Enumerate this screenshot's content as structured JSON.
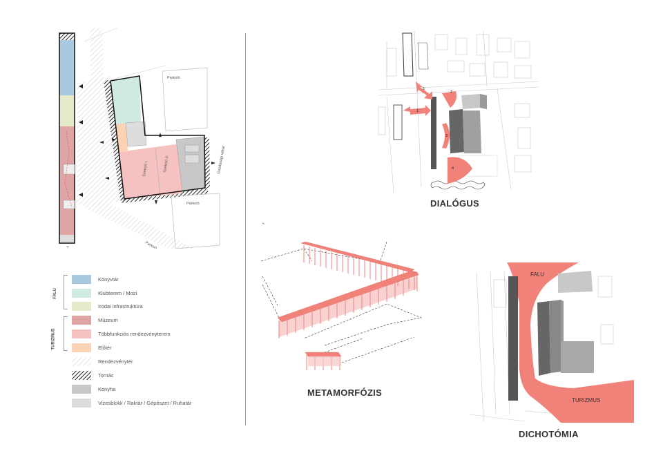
{
  "colors": {
    "konyvtar": "#a9c9df",
    "klubterem": "#cfe9e3",
    "irodai": "#e4e9c9",
    "muzeum": "#dfa5a5",
    "tobbfunkcios": "#f6c1c1",
    "eloter": "#fbd2b3",
    "konyha": "#c8c8c8",
    "vizesblokk": "#dddddd",
    "accent_red": "#f0827a",
    "dark_gray": "#555555"
  },
  "plan": {
    "labels": {
      "parkolo_top": "Parkoló",
      "parkolo_bottom": "Parkoló",
      "parkolo_busz": "Parkoló - Busz",
      "gazdasagi_udvar": "Gazdasági udvar",
      "szekcio_1": "Szekció I.",
      "szekcio_2": "Szekció II."
    }
  },
  "legend": {
    "groups": {
      "falu": "FALU",
      "turizmus": "TURIZMUS"
    },
    "items": [
      {
        "label": "Könyvtár",
        "swatch": "konyvtar"
      },
      {
        "label": "Klubterem / Mozi",
        "swatch": "klubterem"
      },
      {
        "label": "Irodai infrastruktúra",
        "swatch": "irodai"
      },
      {
        "label": "Múzeum",
        "swatch": "muzeum"
      },
      {
        "label": "Többfunkciós rendezvényterem",
        "swatch": "tobbfunkcios"
      },
      {
        "label": "Előtér",
        "swatch": "eloter"
      },
      {
        "label": "Rendezvénytér",
        "swatch": "hatch-light"
      },
      {
        "label": "Tornác",
        "swatch": "hatch-dark"
      },
      {
        "label": "Konyha",
        "swatch": "konyha"
      },
      {
        "label": "Vizesblokk / Raktár / Gépészet / Ruhatár",
        "swatch": "vizesblokk"
      }
    ]
  },
  "dialogus": {
    "title": "DIALÓGUS",
    "markers": [
      "1",
      "2",
      "3",
      "4",
      "5"
    ]
  },
  "metamorfozis": {
    "title": "METAMORFÓZIS"
  },
  "dichotomia": {
    "title": "DICHOTÓMIA",
    "falu_label": "FALU",
    "turizmus_label": "TURIZMUS"
  }
}
